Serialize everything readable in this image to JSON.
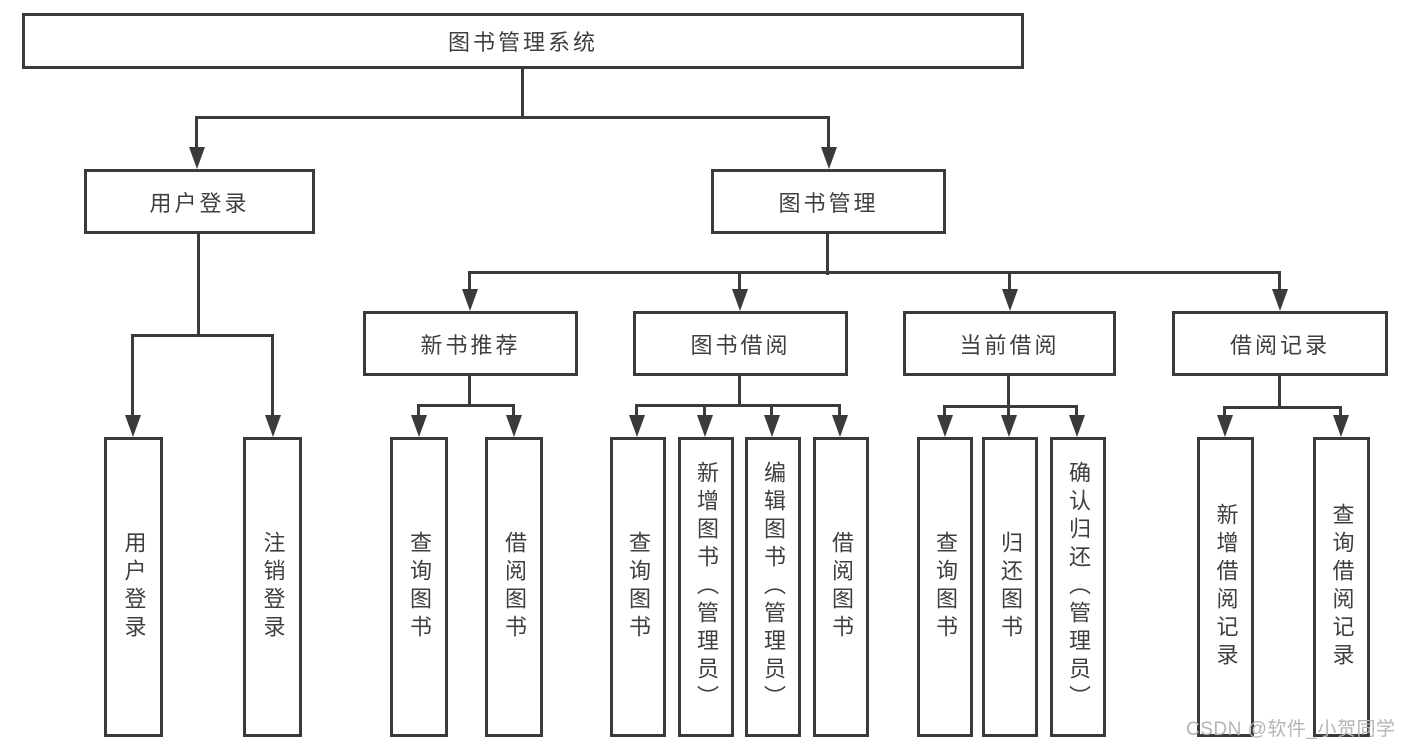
{
  "diagram": {
    "title": "图书管理系统",
    "branches": [
      {
        "label": "用户登录",
        "children": [
          {
            "label": "用户登录"
          },
          {
            "label": "注销登录"
          }
        ]
      },
      {
        "label": "图书管理",
        "children": [
          {
            "label": "新书推荐",
            "children": [
              {
                "label": "查询图书"
              },
              {
                "label": "借阅图书"
              }
            ]
          },
          {
            "label": "图书借阅",
            "children": [
              {
                "label": "查询图书"
              },
              {
                "label": "新增图书（管理员）"
              },
              {
                "label": "编辑图书（管理员）"
              },
              {
                "label": "借阅图书"
              }
            ]
          },
          {
            "label": "当前借阅",
            "children": [
              {
                "label": "查询图书"
              },
              {
                "label": "归还图书"
              },
              {
                "label": "确认归还（管理员）"
              }
            ]
          },
          {
            "label": "借阅记录",
            "children": [
              {
                "label": "新增借阅记录"
              },
              {
                "label": "查询借阅记录"
              }
            ]
          }
        ]
      }
    ]
  },
  "watermark": {
    "text": "CSDN @软件_小贺同学"
  },
  "colors": {
    "line-color": "#3a3a3a",
    "text-color": "#3f3f3f",
    "watermark-color": "#b5b5b5",
    "bg-color": "#ffffff"
  }
}
